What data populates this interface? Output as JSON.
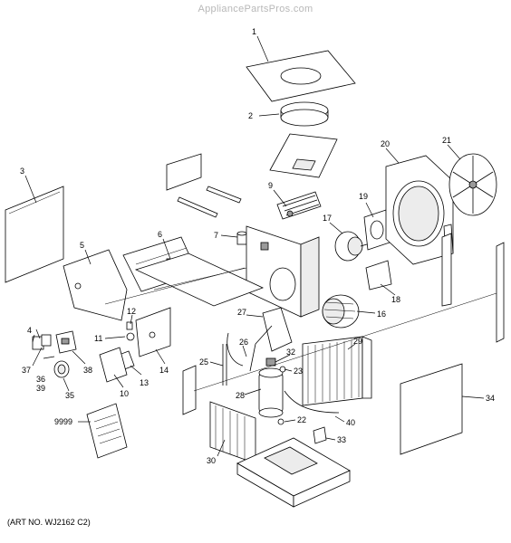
{
  "watermark": "AppliancePartsPros.com",
  "art_number": "(ART NO. WJ2162 C2)",
  "callouts": [
    {
      "id": "c1",
      "text": "1"
    },
    {
      "id": "c2",
      "text": "2"
    },
    {
      "id": "c3",
      "text": "3"
    },
    {
      "id": "c4",
      "text": "4"
    },
    {
      "id": "c5",
      "text": "5"
    },
    {
      "id": "c6",
      "text": "6"
    },
    {
      "id": "c7",
      "text": "7"
    },
    {
      "id": "c9",
      "text": "9"
    },
    {
      "id": "c10",
      "text": "10"
    },
    {
      "id": "c11",
      "text": "11"
    },
    {
      "id": "c12",
      "text": "12"
    },
    {
      "id": "c13",
      "text": "13"
    },
    {
      "id": "c14",
      "text": "14"
    },
    {
      "id": "c16",
      "text": "16"
    },
    {
      "id": "c17",
      "text": "17"
    },
    {
      "id": "c18",
      "text": "18"
    },
    {
      "id": "c19",
      "text": "19"
    },
    {
      "id": "c20",
      "text": "20"
    },
    {
      "id": "c21",
      "text": "21"
    },
    {
      "id": "c22",
      "text": "22"
    },
    {
      "id": "c23",
      "text": "23"
    },
    {
      "id": "c25",
      "text": "25"
    },
    {
      "id": "c26",
      "text": "26"
    },
    {
      "id": "c27",
      "text": "27"
    },
    {
      "id": "c28",
      "text": "28"
    },
    {
      "id": "c29",
      "text": "29"
    },
    {
      "id": "c30",
      "text": "30"
    },
    {
      "id": "c32",
      "text": "32"
    },
    {
      "id": "c33",
      "text": "33"
    },
    {
      "id": "c34",
      "text": "34"
    },
    {
      "id": "c35",
      "text": "35"
    },
    {
      "id": "c36",
      "text": "36"
    },
    {
      "id": "c37",
      "text": "37"
    },
    {
      "id": "c38",
      "text": "38"
    },
    {
      "id": "c39",
      "text": "39"
    },
    {
      "id": "c40",
      "text": "40"
    },
    {
      "id": "c9999",
      "text": "9999"
    }
  ]
}
